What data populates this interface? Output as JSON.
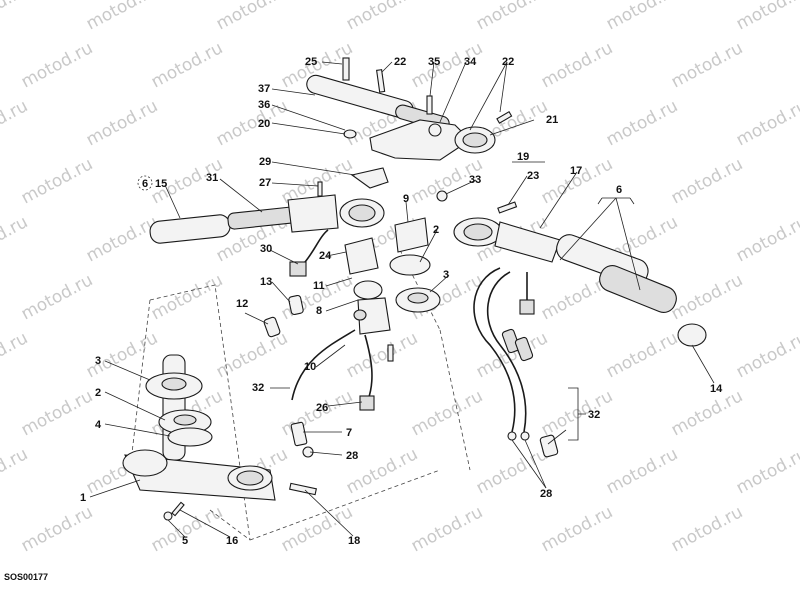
{
  "watermark_text": "motod.ru",
  "drawing_code": "SOS00177",
  "callouts": {
    "c1": "1",
    "c2a": "2",
    "c2b": "2",
    "c3a": "3",
    "c3b": "3",
    "c4": "4",
    "c5": "5",
    "c6a": "6",
    "c6b": "6",
    "c7": "7",
    "c8": "8",
    "c9": "9",
    "c10": "10",
    "c11": "11",
    "c12": "12",
    "c13": "13",
    "c14": "14",
    "c15": "15",
    "c16": "16",
    "c17": "17",
    "c18": "18",
    "c19": "19",
    "c20": "20",
    "c21": "21",
    "c22a": "22",
    "c22b": "22",
    "c23": "23",
    "c24": "24",
    "c25": "25",
    "c26": "26",
    "c27": "27",
    "c28a": "28",
    "c28b": "28",
    "c29": "29",
    "c30": "30",
    "c31": "31",
    "c32a": "32",
    "c32b": "32",
    "c33": "33",
    "c34": "34",
    "c35": "35",
    "c36": "36",
    "c37": "37"
  }
}
